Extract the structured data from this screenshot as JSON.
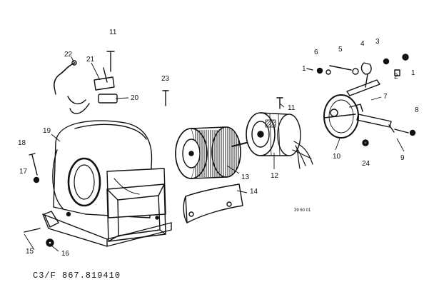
{
  "diagram": {
    "caption": "C3/F 867.819410",
    "drawing_code": "39 60 01",
    "callouts": [
      "1",
      "1",
      "2",
      "3",
      "4",
      "5",
      "6",
      "7",
      "8",
      "9",
      "10",
      "11",
      "12",
      "13",
      "14",
      "15",
      "16",
      "17",
      "18",
      "19",
      "20",
      "21",
      "22",
      "23",
      "24"
    ]
  }
}
